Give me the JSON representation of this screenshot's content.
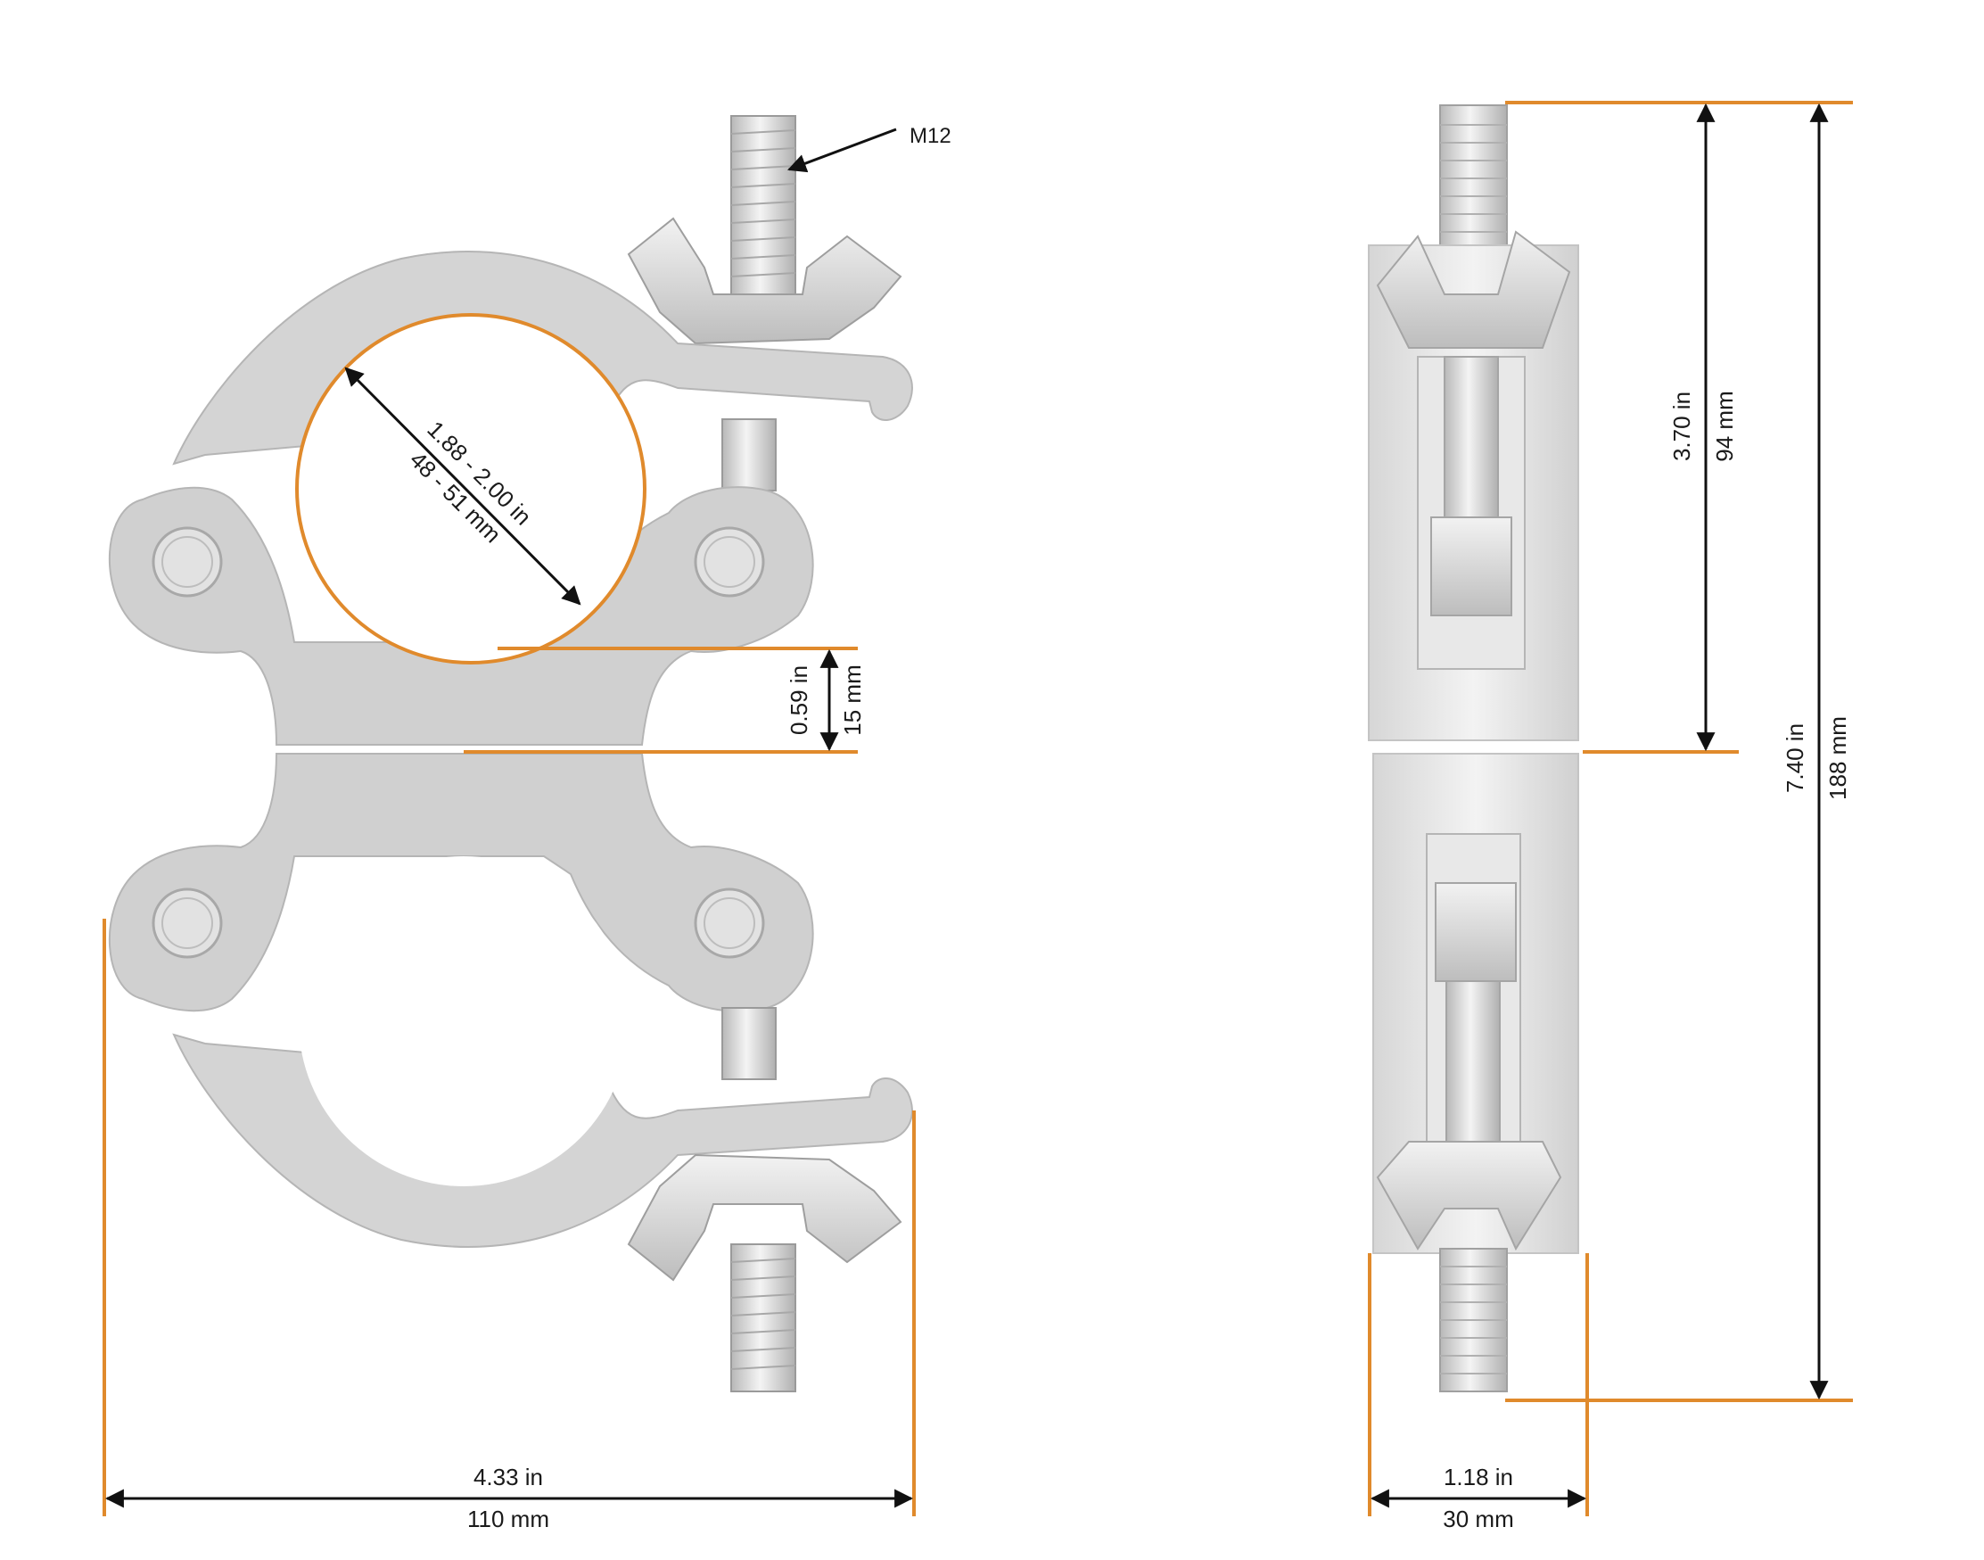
{
  "callouts": {
    "thread": "M12"
  },
  "dimensions": {
    "tube_diameter_in": "1.88 - 2.00 in",
    "tube_diameter_mm": "48 - 51 mm",
    "gap_in": "0.59 in",
    "gap_mm": "15 mm",
    "front_width_in": "4.33 in",
    "front_width_mm": "110 mm",
    "side_width_in": "1.18 in",
    "side_width_mm": "30 mm",
    "half_height_in": "3.70 in",
    "half_height_mm": "94 mm",
    "total_height_in": "7.40 in",
    "total_height_mm": "188 mm"
  },
  "colors": {
    "dimension_line": "#e08a2c",
    "arrow": "#111111",
    "metal": "#d4d4d4",
    "metal_dark": "#a8a8a8",
    "metal_light": "#eeeeee"
  }
}
